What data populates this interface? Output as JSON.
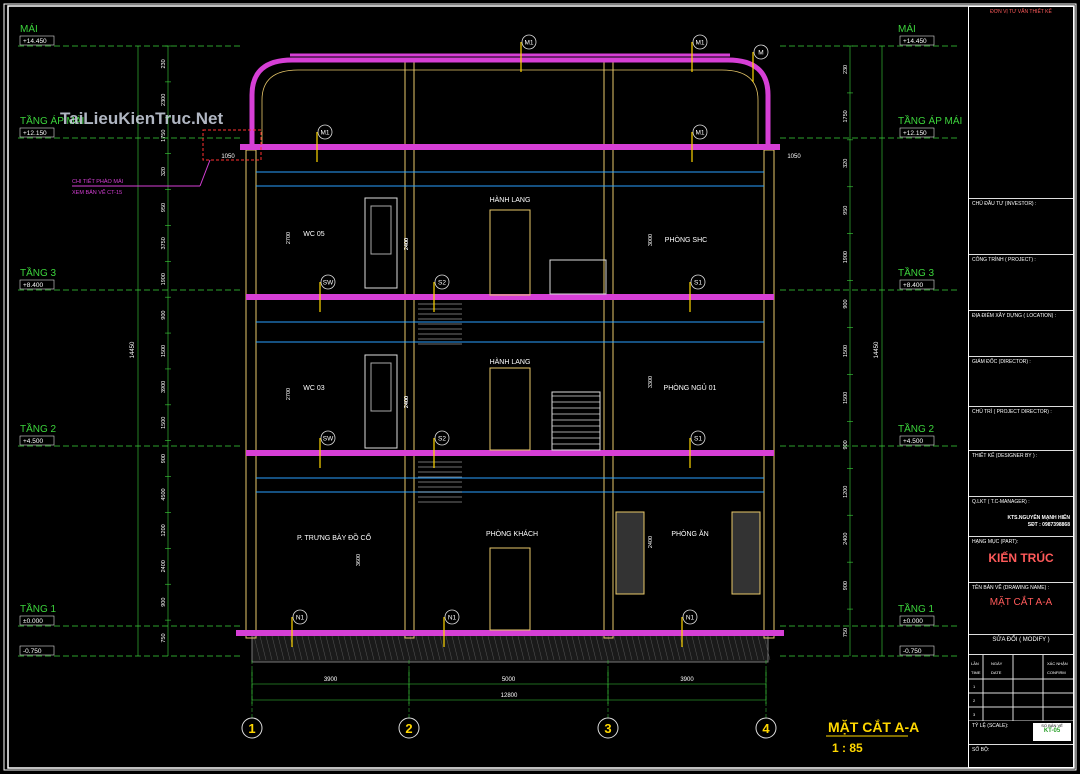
{
  "drawing": {
    "title": "MẶT CẮT A-A",
    "scale": "1 : 85",
    "watermark": "TaiLieuKienTruc.Net"
  },
  "levels_left": [
    {
      "name": "MÁI",
      "elev": "+14.450"
    },
    {
      "name": "TẦNG ÁP MÁI",
      "elev": "+12.150"
    },
    {
      "name": "TẦNG 3",
      "elev": "+8.400"
    },
    {
      "name": "TẦNG 2",
      "elev": "+4.500"
    },
    {
      "name": "TẦNG 1",
      "elev": "±0.000"
    },
    {
      "name": "",
      "elev": "-0.750"
    }
  ],
  "levels_right": [
    {
      "name": "MÁI",
      "elev": "+14.450"
    },
    {
      "name": "TẦNG ÁP MÁI",
      "elev": "+12.150"
    },
    {
      "name": "TẦNG 3",
      "elev": "+8.400"
    },
    {
      "name": "TẦNG 2",
      "elev": "+4.500"
    },
    {
      "name": "TẦNG 1",
      "elev": "±0.000"
    },
    {
      "name": "",
      "elev": "-0.750"
    }
  ],
  "vertical_dims_left": [
    "230",
    "2300",
    "1750",
    "320",
    "950",
    "3750",
    "1900",
    "900",
    "1500",
    "3900",
    "1500",
    "900",
    "4500",
    "1200",
    "2400",
    "900",
    "750"
  ],
  "vertical_total": "14450",
  "vertical_dims_right": [
    "230",
    "1750",
    "320",
    "950",
    "1900",
    "900",
    "1500",
    "1500",
    "900",
    "1200",
    "2400",
    "900",
    "750"
  ],
  "inner_dims": [
    "2700",
    "2400",
    "3000",
    "2400",
    "2700",
    "2400",
    "3300",
    "2400",
    "3600",
    "2400"
  ],
  "horizontal_dims": [
    "3900",
    "5000",
    "3900"
  ],
  "horizontal_total": "12800",
  "overhang_dims": [
    "1050",
    "1050"
  ],
  "axes": [
    "1",
    "2",
    "3",
    "4"
  ],
  "rooms": [
    "WC 05",
    "HÀNH LANG",
    "PHÒNG SHC",
    "WC 03",
    "HÀNH LANG",
    "PHÒNG NGỦ 01",
    "P. TRƯNG BÀY ĐỒ CỔ",
    "PHÒNG KHÁCH",
    "PHÒNG ĂN"
  ],
  "tags": [
    "M1",
    "M1",
    "M",
    "M1",
    "M1",
    "SW",
    "S2",
    "S1",
    "SW",
    "S2",
    "S1",
    "N1",
    "N1",
    "N1"
  ],
  "note": [
    "CHI TIẾT PHÀO MÁI",
    "XEM BẢN VẼ CT-15"
  ],
  "title_block": {
    "company": "ĐƠN VỊ TƯ VẤN THIẾT KẾ",
    "investor": "CHỦ ĐẦU TƯ (INVESTOR) :",
    "project": "CÔNG TRÌNH ( PROJECT) :",
    "location": "ĐỊA ĐIỂM XÂY DỰNG ( LOCATION) :",
    "director": "GIÁM ĐỐC (DIRECTOR) :",
    "project_director": "CHỦ TRÌ ( PROJECT DIRECTOR) :",
    "designer": "THIẾT KẾ (DESIGNER BY ) :",
    "manager": "Q.LKT ( T.C-MANAGER) :",
    "manager_name": "KTS.NGUYỄN MẠNH HIẾN",
    "manager_phone": "SĐT : 0987398868",
    "category_label": "HẠNG MỤC (PART):",
    "category": "KIẾN TRÚC",
    "drawing_name_label": "TÊN BẢN VẼ (DRAWING NAME) :",
    "drawing_name": "MẶT CẮT A-A",
    "modify": "SỬA ĐỔI ( MODIFY )",
    "col_headers": [
      "LẦN",
      "NGÀY",
      "XÁC NHẬN",
      "TIME",
      "DATE",
      "CONFIRM"
    ],
    "rows": [
      "1",
      "2",
      "3"
    ],
    "scale_label": "TỶ LỆ (SCALE):",
    "sheet_label": "SỐ BẢN VẼ",
    "sheet_no": "KT-05",
    "sheet_code": "SỐ BỘ:"
  }
}
